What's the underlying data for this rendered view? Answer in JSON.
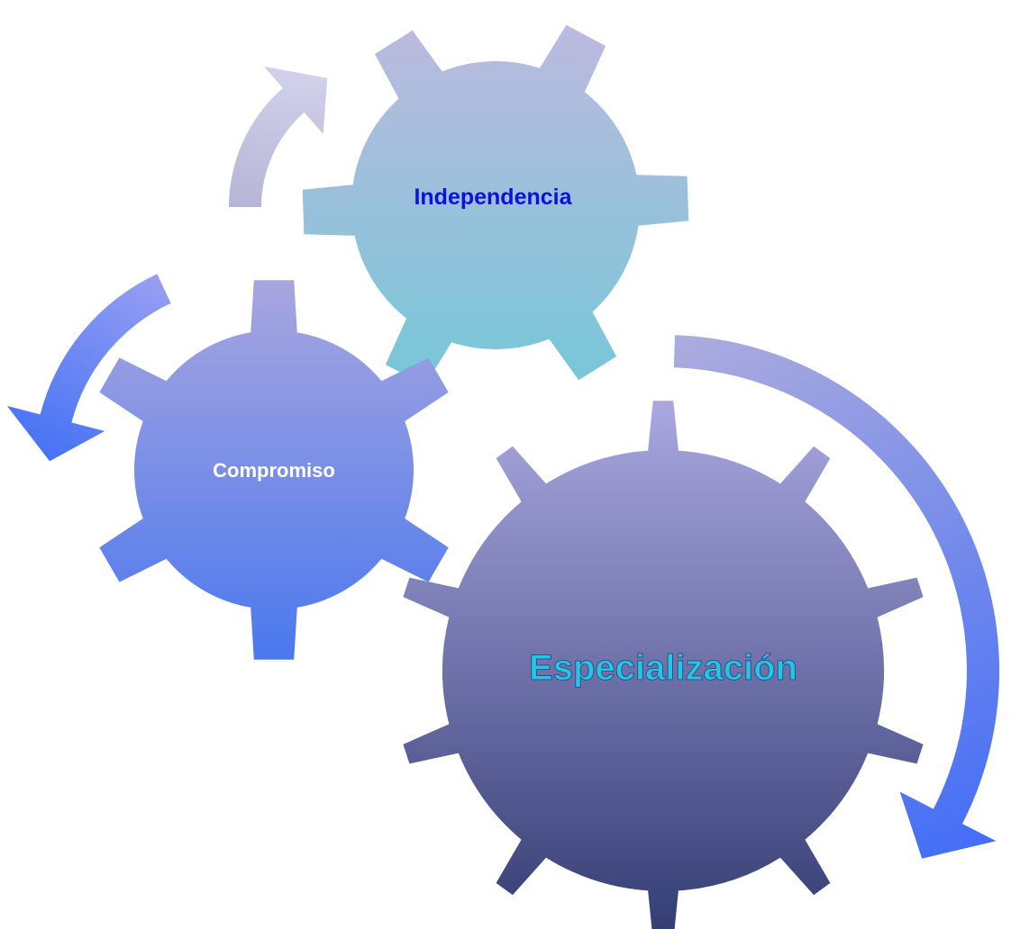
{
  "gears": [
    {
      "id": "independencia",
      "label": "Independencia",
      "label_color": "#1010dd",
      "gradient": [
        "#bcbadf",
        "#76c7d8"
      ]
    },
    {
      "id": "compromiso",
      "label": "Compromiso",
      "label_color": "#ffffff",
      "gradient": [
        "#a8a6df",
        "#4a78ee"
      ]
    },
    {
      "id": "especializacion",
      "label": "Especialización",
      "label_color": "#1ec8e6",
      "gradient": [
        "#a9a7df",
        "#323c72"
      ]
    }
  ],
  "arrows": [
    {
      "id": "top-left-arrow",
      "gradient": [
        "#dcdcf4",
        "#b5b4d4"
      ]
    },
    {
      "id": "left-arrow",
      "gradient": [
        "#a8a8f2",
        "#3d6ef5"
      ]
    },
    {
      "id": "right-arrow",
      "gradient": [
        "#ababde",
        "#3d6af8"
      ]
    }
  ]
}
